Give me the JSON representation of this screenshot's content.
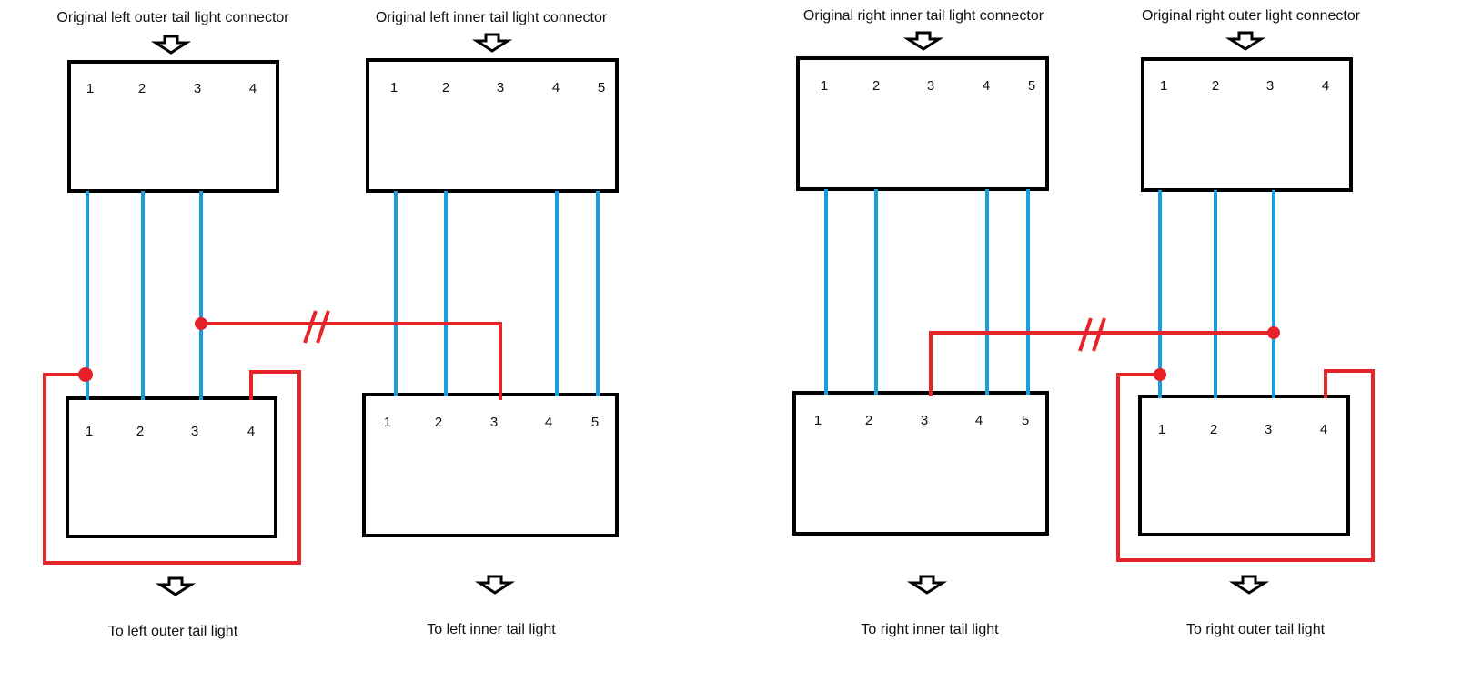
{
  "colors": {
    "box_outline": "#000000",
    "wire_original": "#1a9ee0",
    "wire_added": "#e52329",
    "text": "#111111"
  },
  "labels": {
    "left_outer_connector": "Original left outer tail light connector",
    "left_inner_connector": "Original left inner tail light connector",
    "right_inner_connector": "Original right inner tail light connector",
    "right_outer_connector": "Original right outer light connector",
    "left_outer_light": "To left outer tail light",
    "left_inner_light": "To left inner tail light",
    "right_inner_light": "To right inner tail light",
    "right_outer_light": "To right outer tail light"
  },
  "pins": {
    "four": [
      "1",
      "2",
      "3",
      "4"
    ],
    "five": [
      "1",
      "2",
      "3",
      "4",
      "5"
    ]
  },
  "icons": {
    "flow": "down-arrow-icon",
    "junction": "red-junction-dot",
    "break": "wire-break-mark"
  }
}
